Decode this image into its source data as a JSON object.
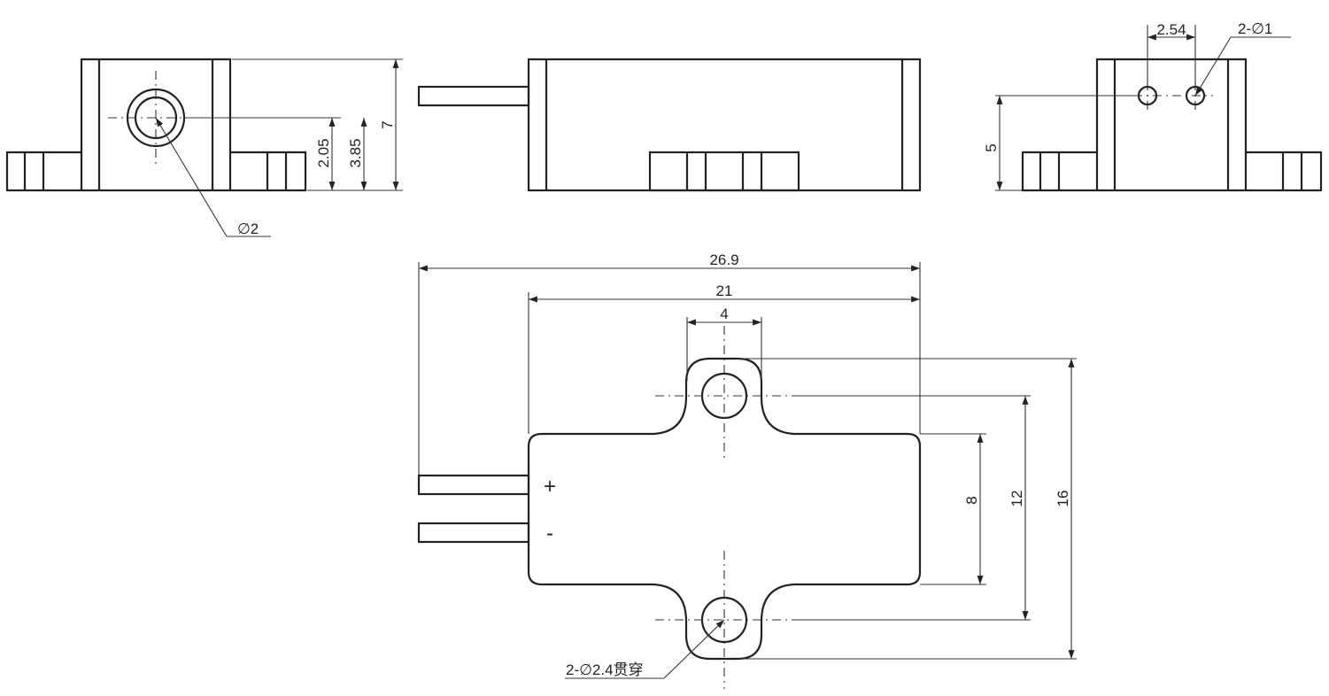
{
  "drawing": {
    "views": {
      "left_side": {
        "hole_diameter": "∅2",
        "dim_2_05": "2.05",
        "dim_3_85": "3.85",
        "dim_7": "7"
      },
      "front": {},
      "right_side": {
        "pin_pitch": "2.54",
        "pin_holes": "2-∅1",
        "dim_5": "5"
      },
      "top": {
        "dim_26_9": "26.9",
        "dim_21": "21",
        "dim_4": "4",
        "dim_8": "8",
        "dim_12": "12",
        "dim_16": "16",
        "plus_terminal": "+",
        "minus_terminal": "-",
        "mount_holes": "2-∅2.4贯穿"
      }
    },
    "colors": {
      "line": "#222222",
      "background": "#ffffff"
    }
  }
}
